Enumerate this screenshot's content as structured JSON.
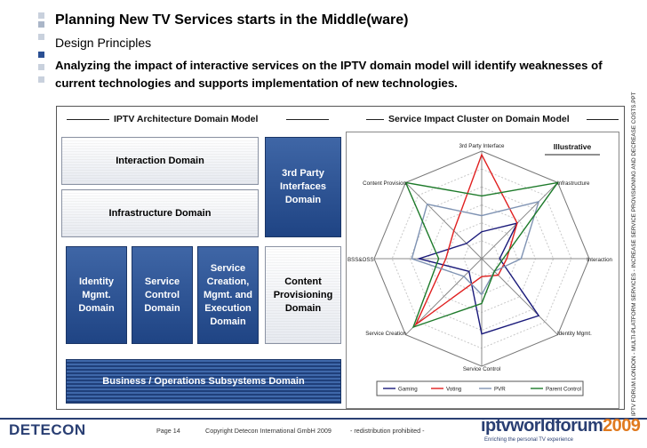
{
  "header": {
    "title": "Planning New TV Services starts in the Middle(ware)",
    "subtitle": "Design Principles",
    "intro": "Analyzing the impact of interactive services on the IPTV domain model will identify weaknesses of current technologies and supports implementation of new technologies."
  },
  "left_section": {
    "title": "IPTV Architecture Domain Model",
    "interaction": "Interaction Domain",
    "infrastructure": "Infrastructure Domain",
    "third_party": [
      "3rd Party",
      "Interfaces",
      "Domain"
    ],
    "identity": [
      "Identity",
      "Mgmt.",
      "Domain"
    ],
    "service_control": [
      "Service",
      "Control",
      "Domain"
    ],
    "service_creation": [
      "Service",
      "Creation,",
      "Mgmt. and",
      "Execution",
      "Domain"
    ],
    "content": [
      "Content",
      "Provisioning",
      "Domain"
    ],
    "business": "Business / Operations Subsystems  Domain"
  },
  "right_section": {
    "title": "Service Impact Cluster on Domain Model",
    "badge": "Illustrative"
  },
  "chart_data": {
    "type": "radar",
    "axes": [
      "3rd Party Interface",
      "Infrastructure",
      "Interaction",
      "Identity Mgmt.",
      "Service Control",
      "Service Creation",
      "BSS&OSS",
      "Content Provision"
    ],
    "range": [
      0,
      6
    ],
    "grid": true,
    "legend_position": "bottom",
    "series": [
      {
        "name": "Gaming",
        "color": "#1a1a7a",
        "values": [
          1.5,
          2.8,
          1,
          4.5,
          4.2,
          1,
          3.5,
          1.2
        ]
      },
      {
        "name": "Voting",
        "color": "#e02020",
        "values": [
          5.8,
          2.8,
          1.4,
          1.3,
          1,
          5.2,
          2,
          2.2
        ]
      },
      {
        "name": "PVR",
        "color": "#7f93b3",
        "values": [
          2.4,
          4.5,
          2.2,
          1,
          2,
          1.4,
          3.9,
          4.3
        ]
      },
      {
        "name": "Parent Control",
        "color": "#1d7a2a",
        "values": [
          3.5,
          6,
          1.2,
          1,
          2.5,
          5.4,
          2.4,
          6
        ]
      }
    ]
  },
  "footer": {
    "logo": "DETECON",
    "page": "Page 14",
    "copyright": "Copyright Detecon International GmbH 2009",
    "notice": "- redistribution prohibited  -",
    "brand_main": "iptvworldforum",
    "brand_year": "2009",
    "brand_tagline": "Enriching the personal TV experience",
    "side_text": "IPTV FORUM LONDON - MULTI-PLATFORM SERVICES - INCREASE SERVICE PROVISIONING AND DECREASE COSTS.PPT"
  },
  "colors": {
    "accent_blue": "#2a4f93",
    "footer_line": "#2a3f73",
    "orange": "#e07a1f"
  }
}
